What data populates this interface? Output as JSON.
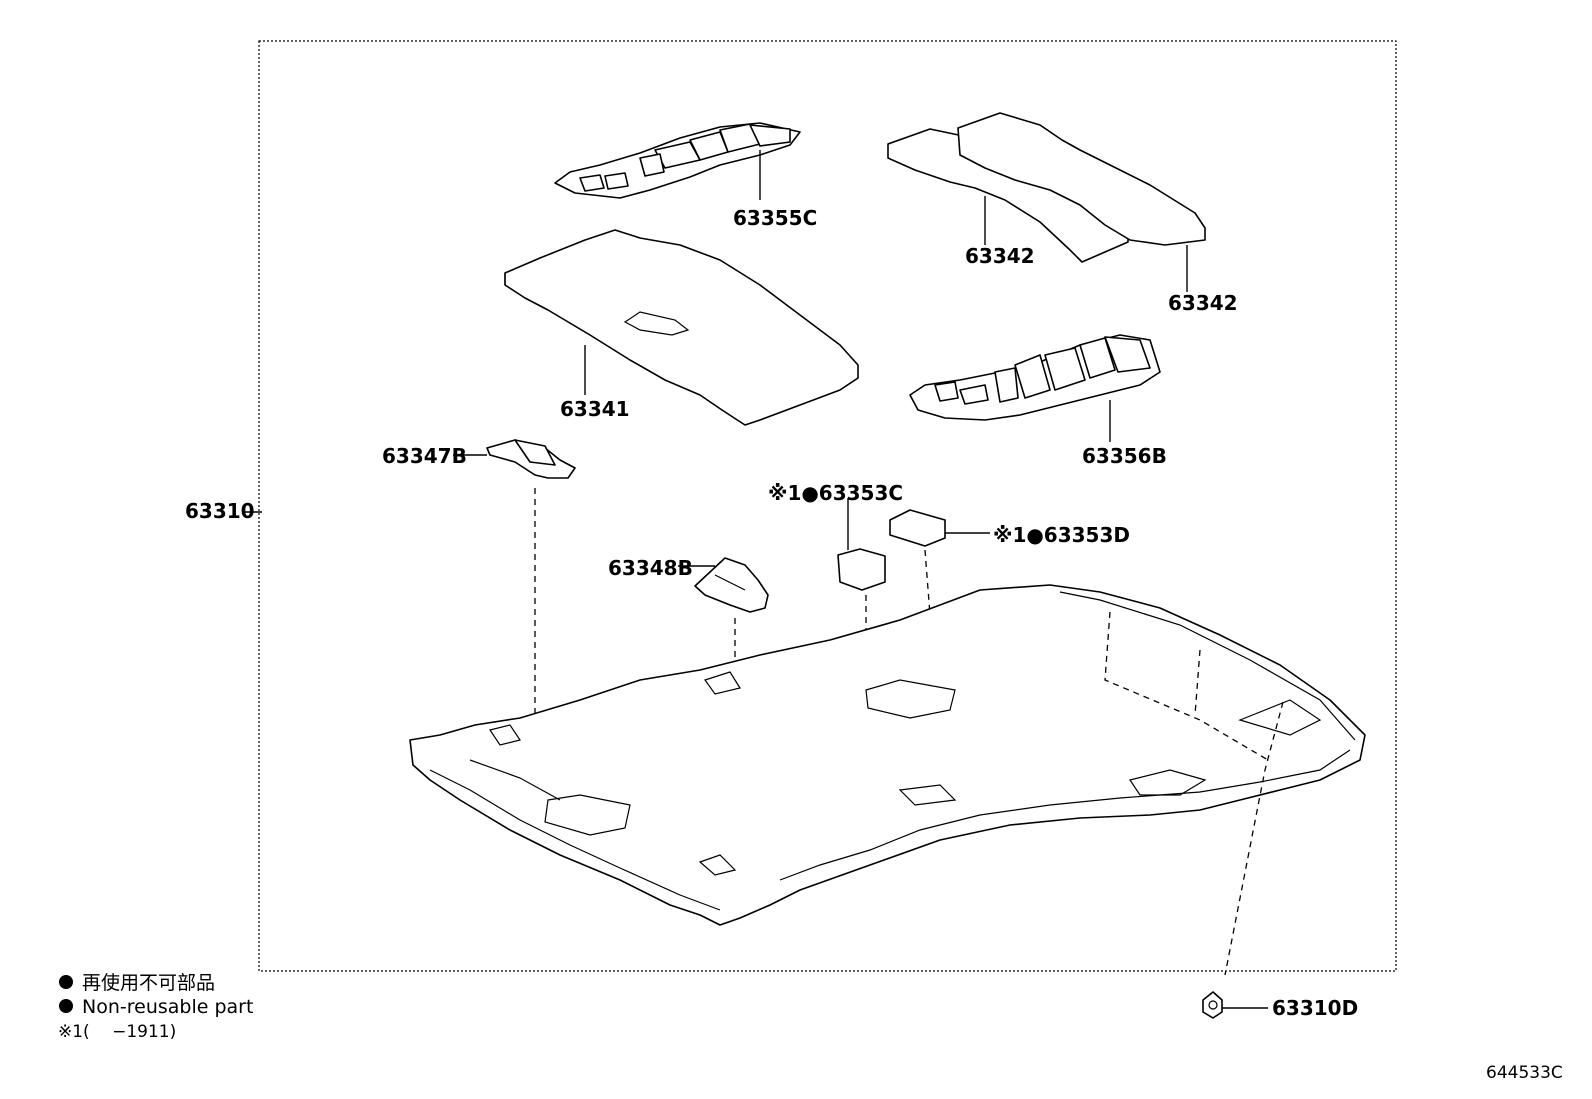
{
  "labels": {
    "p63355c": "63355C",
    "p63342a": "63342",
    "p63342b": "63342",
    "p63341": "63341",
    "p63356b": "63356B",
    "p63347b": "63347B",
    "p63310": "63310",
    "p63353c": "※1●63353C",
    "p63353d": "※1●63353D",
    "p63348b": "63348B",
    "p63310d": "63310D"
  },
  "legend": {
    "non_reusable_jp": "再使用不可部品",
    "non_reusable_en": "Non-reusable part",
    "note": "※1(　 −1911)"
  },
  "reference_code": "644533C"
}
